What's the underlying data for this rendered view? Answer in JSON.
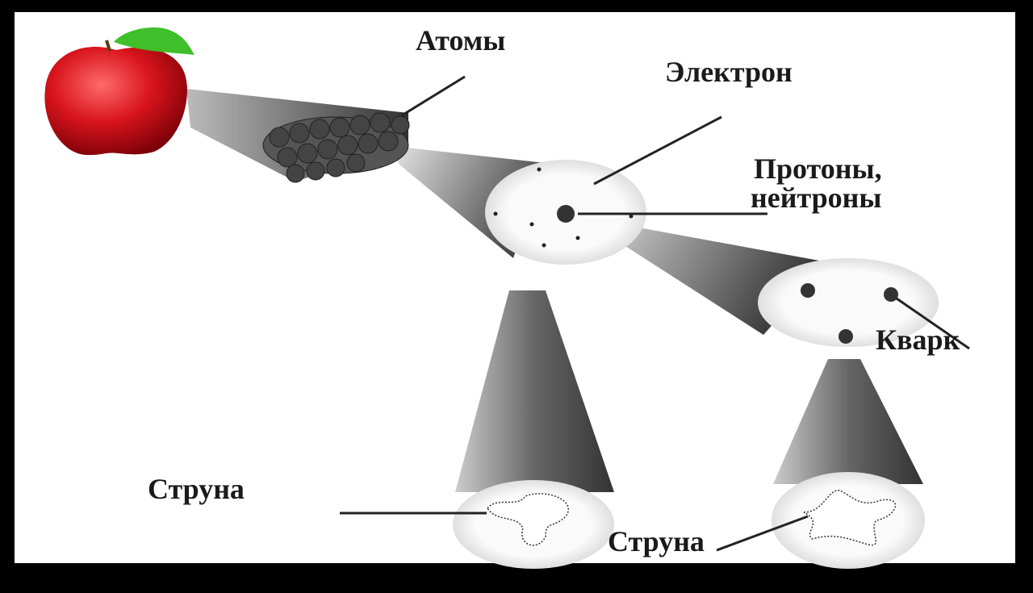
{
  "labels": {
    "atoms": "Атомы",
    "electron": "Электрон",
    "protons_line1": "Протоны,",
    "protons_line2": "нейтроны",
    "quark": "Кварк",
    "string_left": "Струна",
    "string_right": "Струна"
  },
  "colors": {
    "apple": "#d8141c",
    "leaf": "#3fbf2a",
    "frame": "#000000",
    "background": "#ffffff"
  }
}
